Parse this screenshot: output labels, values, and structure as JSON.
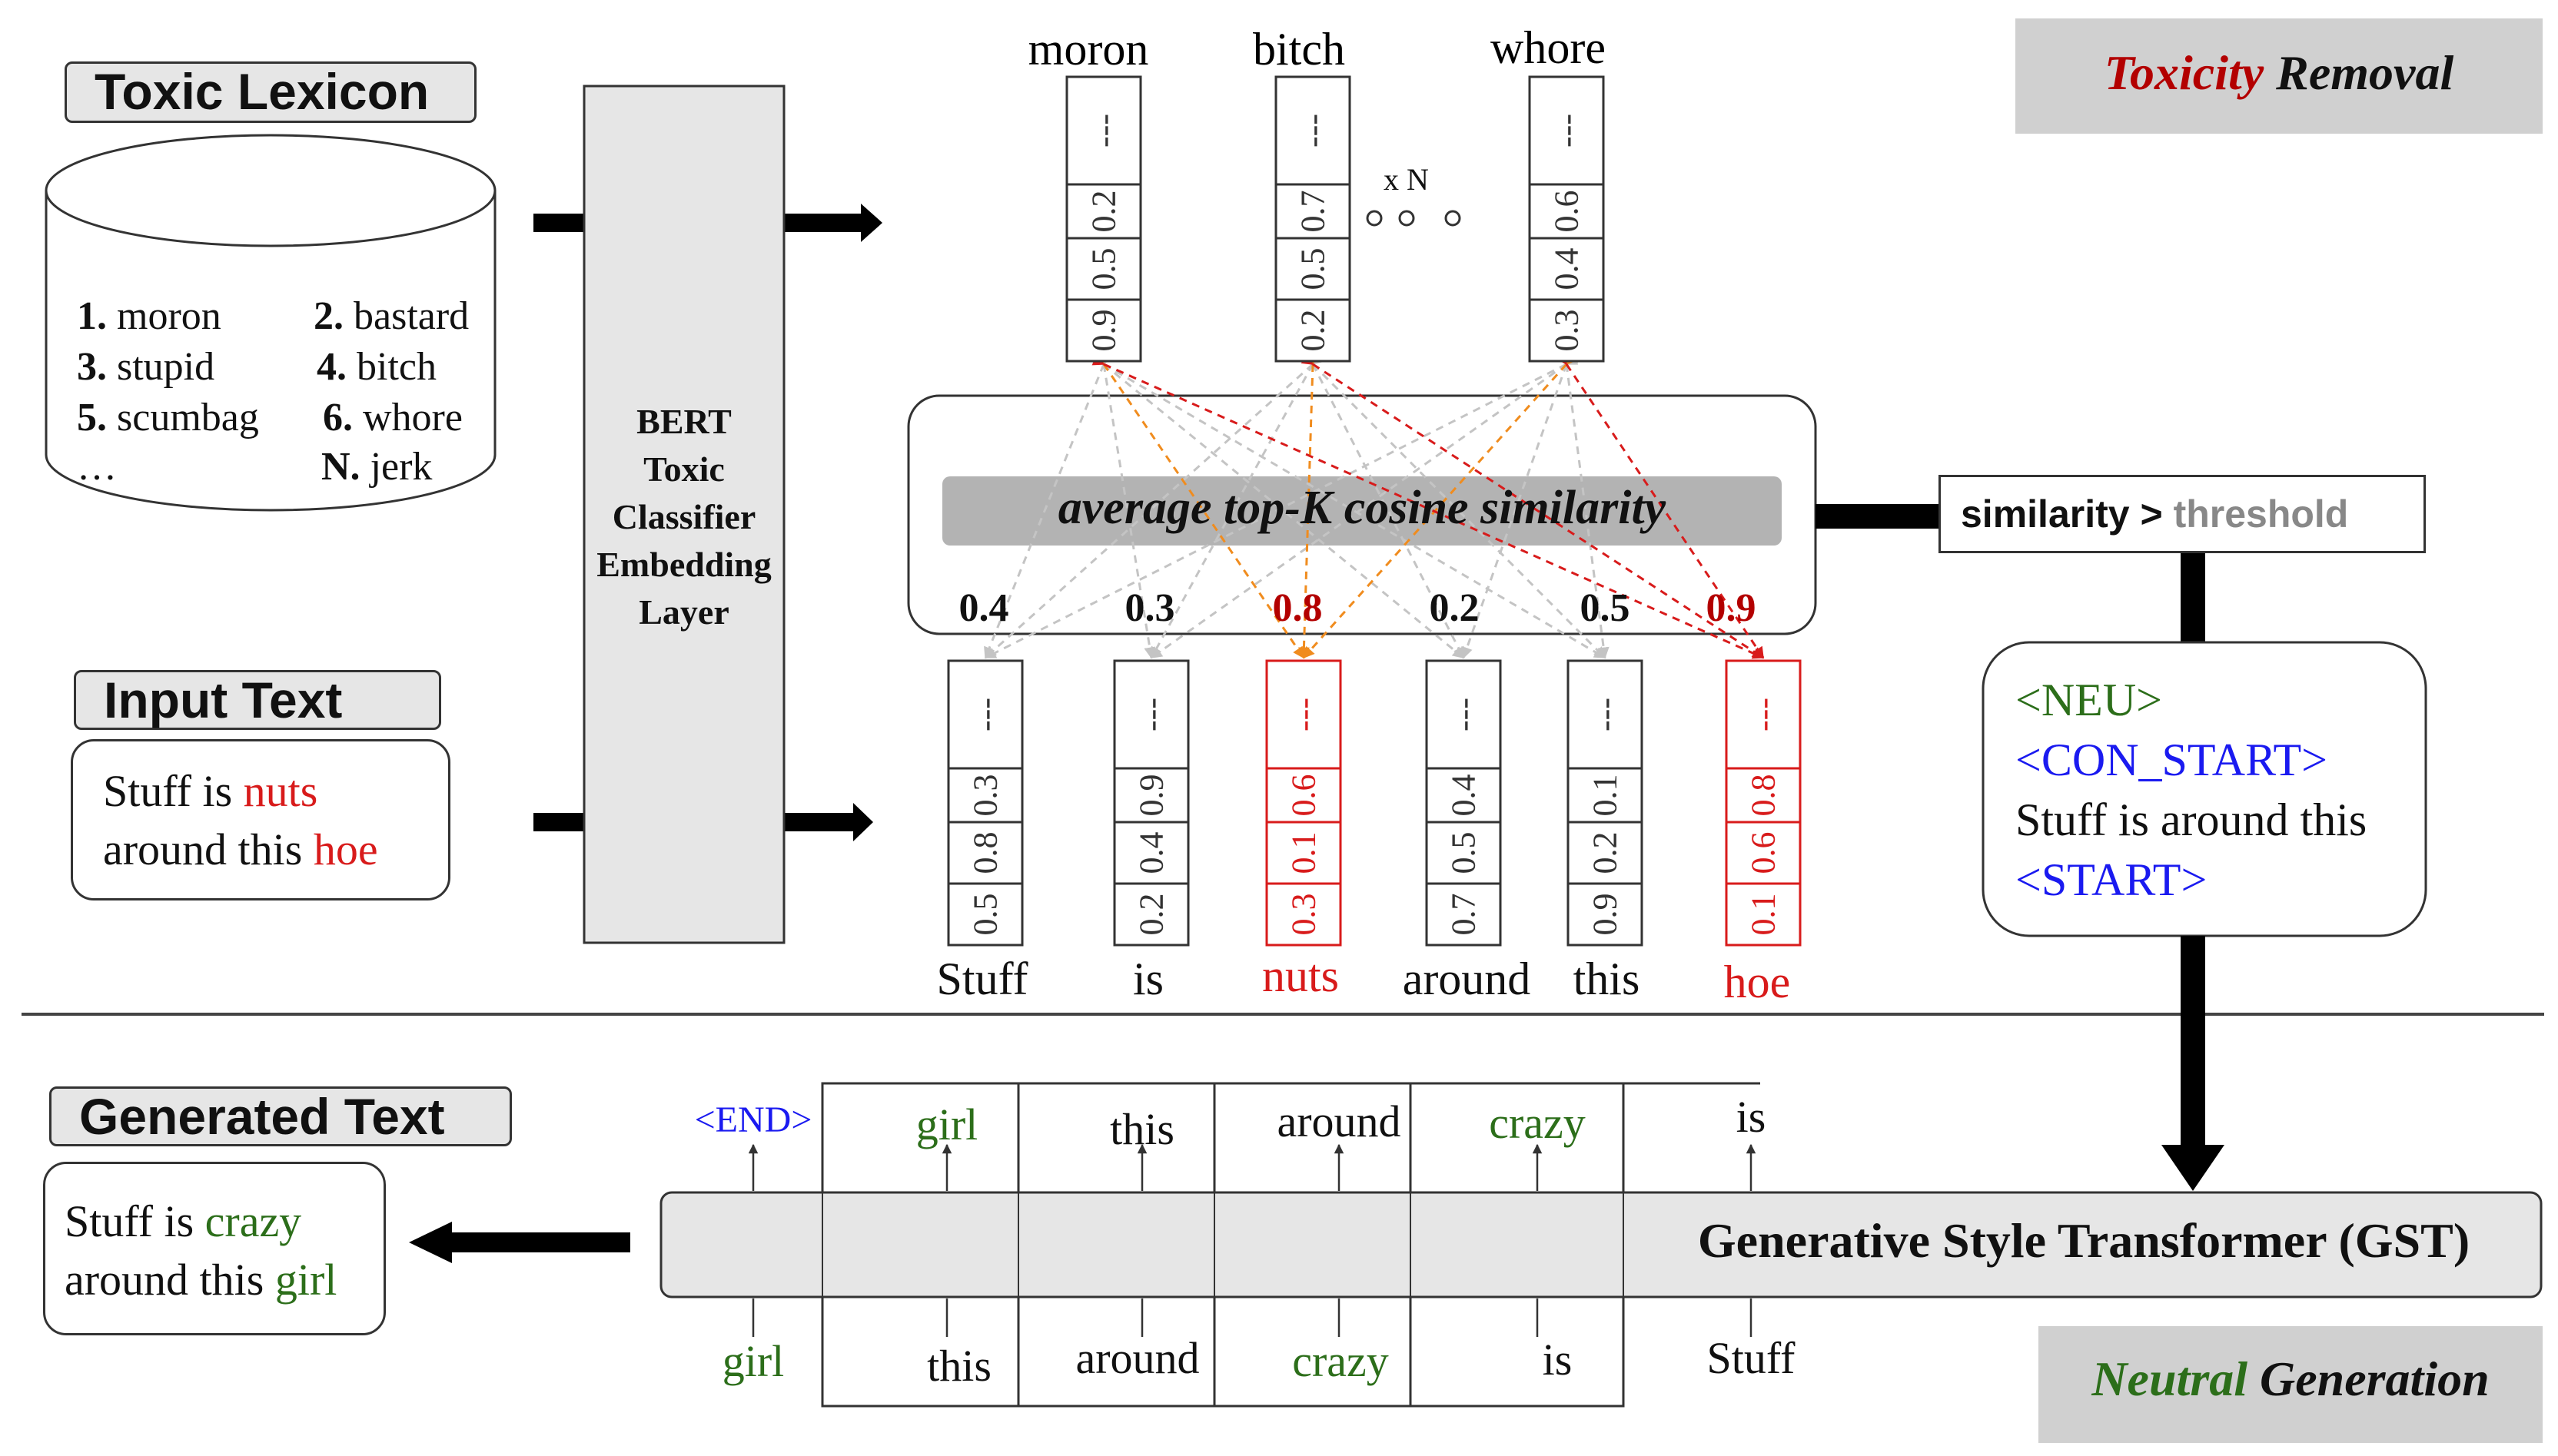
{
  "headers": {
    "toxic_lexicon": "Toxic Lexicon",
    "input_text": "Input Text",
    "generated_text": "Generated Text"
  },
  "lexicon": [
    {
      "n": "1.",
      "word": "moron"
    },
    {
      "n": "2.",
      "word": "bastard"
    },
    {
      "n": "3.",
      "word": "stupid"
    },
    {
      "n": "4.",
      "word": "bitch"
    },
    {
      "n": "5.",
      "word": "scumbag"
    },
    {
      "n": "6.",
      "word": "whore"
    },
    {
      "n": "…",
      "word": ""
    },
    {
      "n": "N.",
      "word": "jerk"
    }
  ],
  "input_text": {
    "w1": "Stuff is",
    "w2": "nuts",
    "w3": "around this",
    "w4": "hoe"
  },
  "bert": {
    "l1": "BERT",
    "l2": "Toxic",
    "l3": "Classifier",
    "l4": "Embedding",
    "l5": "Layer"
  },
  "toxic_vectors": [
    {
      "word": "moron",
      "values": [
        "---",
        "0.2",
        "0.5",
        "0.9"
      ]
    },
    {
      "word": "bitch",
      "values": [
        "---",
        "0.7",
        "0.5",
        "0.2"
      ]
    },
    {
      "word": "whore",
      "values": [
        "---",
        "0.6",
        "0.4",
        "0.3"
      ]
    }
  ],
  "times_n": "x N",
  "similarity_label": "average top-K cosine similarity",
  "scores": [
    {
      "value": "0.4",
      "toxic": false
    },
    {
      "value": "0.3",
      "toxic": false
    },
    {
      "value": "0.8",
      "toxic": true
    },
    {
      "value": "0.2",
      "toxic": false
    },
    {
      "value": "0.5",
      "toxic": false
    },
    {
      "value": "0.9",
      "toxic": true
    }
  ],
  "input_vectors": [
    {
      "word": "Stuff",
      "values": [
        "---",
        "0.3",
        "0.8",
        "0.5"
      ],
      "toxic": false
    },
    {
      "word": "is",
      "values": [
        "---",
        "0.9",
        "0.4",
        "0.2"
      ],
      "toxic": false
    },
    {
      "word": "nuts",
      "values": [
        "---",
        "0.6",
        "0.1",
        "0.3"
      ],
      "toxic": true
    },
    {
      "word": "around",
      "values": [
        "---",
        "0.4",
        "0.5",
        "0.7"
      ],
      "toxic": false
    },
    {
      "word": "this",
      "values": [
        "---",
        "0.1",
        "0.2",
        "0.9"
      ],
      "toxic": false
    },
    {
      "word": "hoe",
      "values": [
        "---",
        "0.8",
        "0.6",
        "0.1"
      ],
      "toxic": true
    }
  ],
  "threshold": {
    "prefix": "similarity >",
    "suffix": "threshold"
  },
  "toxicity_removal": {
    "a": "Toxicity",
    "b": "Removal"
  },
  "prompt": {
    "neu": "<NEU>",
    "con_start": "<CON_START>",
    "text": "Stuff is around this",
    "start": "<START>"
  },
  "gst_label": "Generative Style Transformer (GST)",
  "gst_outputs": [
    "<END>",
    "girl",
    "this",
    "around",
    "crazy",
    "is"
  ],
  "gst_inputs": [
    "girl",
    "this",
    "around",
    "crazy",
    "is",
    "Stuff"
  ],
  "generated_text": {
    "w1": "Stuff is",
    "w2": "crazy",
    "w3": "around this",
    "w4": "girl"
  },
  "neutral_generation": {
    "a": "Neutral",
    "b": "Generation"
  },
  "colors": {
    "toxic_red": "#d81b1b",
    "score_red": "#b30000",
    "neutral_green": "#2c6e1a",
    "token_blue": "#1a1af0",
    "panel_gray": "#c8c8c8",
    "box_gray": "#e6e6e6"
  }
}
